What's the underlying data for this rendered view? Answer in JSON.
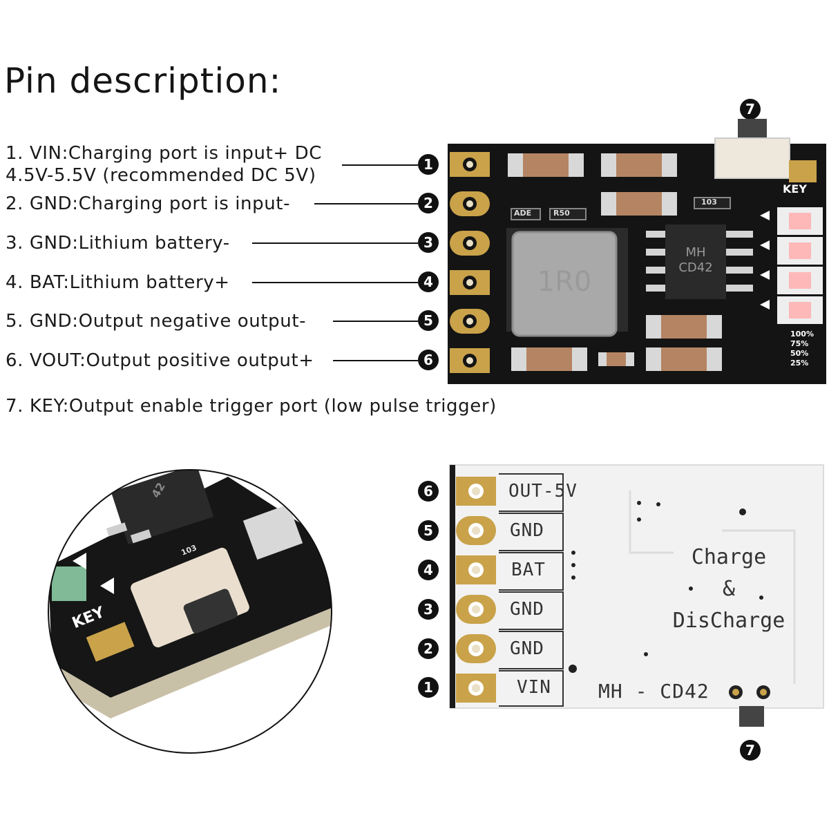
{
  "title": "Pin description:",
  "pins": [
    {
      "lines": [
        "1. VIN:Charging port is input+ DC",
        "4.5V-5.5V (recommended DC 5V)"
      ],
      "badge": "1"
    },
    {
      "lines": [
        "2. GND:Charging port is input-"
      ],
      "badge": "2"
    },
    {
      "lines": [
        "3. GND:Lithium battery-"
      ],
      "badge": "3"
    },
    {
      "lines": [
        "4. BAT:Lithium battery+"
      ],
      "badge": "4"
    },
    {
      "lines": [
        "5. GND:Output negative output-"
      ],
      "badge": "5"
    },
    {
      "lines": [
        "6. VOUT:Output positive output+"
      ],
      "badge": "6"
    },
    {
      "lines": [
        "7. KEY:Output enable trigger port (low pulse trigger)"
      ],
      "badge": ""
    }
  ],
  "top_board": {
    "key_badge": "7",
    "key_label": "KEY",
    "chip_line1": "MH",
    "chip_line2": "CD42",
    "inductor_label": "1R0",
    "resistor_labels": [
      "ADE",
      "R50",
      "103"
    ],
    "level_labels": [
      "100%",
      "75%",
      "50%",
      "25%"
    ]
  },
  "closeup": {
    "key_label": "KEY",
    "chip_label": "42",
    "resistor_label": "103"
  },
  "bottom_board": {
    "pin_labels": [
      "OUT-5V",
      "GND",
      "BAT",
      "GND",
      "GND",
      "VIN"
    ],
    "pin_badges": [
      "6",
      "5",
      "4",
      "3",
      "2",
      "1"
    ],
    "brand_line1": "Charge",
    "brand_line2": "&",
    "brand_line3": "DisCharge",
    "model": "MH - CD42",
    "key_badge": "7"
  },
  "colors": {
    "pcb_black": "#141414",
    "pad_gold": "#c9a24a",
    "pcb_white": "#f2f2f2",
    "capacitor": "#b58563",
    "inductor": "#a9a9a9",
    "led": "#ffb8b8"
  }
}
